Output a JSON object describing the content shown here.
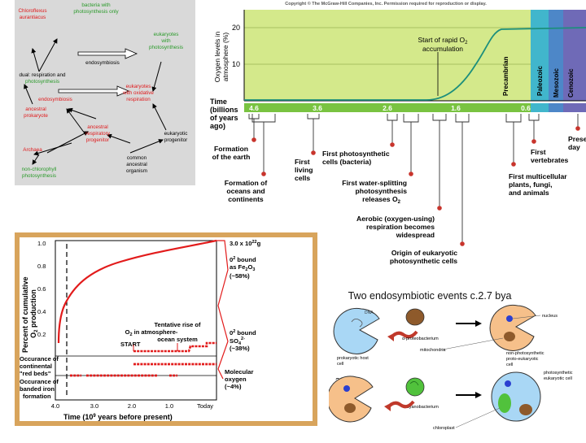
{
  "evolution": {
    "nodes": {
      "chloroflexus": [
        "Chloroflexus",
        "aurantiacus"
      ],
      "bacteria_photo": [
        "bacteria with",
        "photosynthesis only"
      ],
      "eukaryotes_photo": [
        "eukaryotes",
        "with",
        "photosynthesis"
      ],
      "endosymbiosis_1": "endosymbiosis",
      "dual": [
        "dual: respiration and",
        "photosynthesis"
      ],
      "endosymbiosis_2": "endosymbiosis",
      "eukaryotes_resp": [
        "eukaryotes",
        "with oxidative",
        "respiration"
      ],
      "ancestral_prokaryote": [
        "ancestral",
        "prokaryote"
      ],
      "ancestral_resp": [
        "ancestral",
        "respiratory",
        "progenitor"
      ],
      "eukaryotic_prog": [
        "eukaryotic",
        "progenitor"
      ],
      "archaea": "Archaea",
      "non_chloro": [
        "non-chlorophyll",
        "photosynthesis"
      ],
      "common_ancestral": [
        "common",
        "ancestral",
        "organism"
      ]
    }
  },
  "timeline": {
    "copyright": "Copyright © The McGraw-Hill Companies, Inc. Permission required for reproduction or display.",
    "ylabel": [
      "Oxygen levels in",
      "atmosphere (%)"
    ],
    "yticks": [
      "20",
      "10"
    ],
    "time_label": [
      "Time",
      "(billions",
      "of years",
      "ago)"
    ],
    "time_ticks": [
      "4.6",
      "3.6",
      "2.6",
      "1.6",
      "0.6"
    ],
    "annotation": [
      "Start of rapid O",
      "2",
      "accumulation"
    ],
    "eras": [
      "Precambrian",
      "Paleozoic",
      "Mesozoic",
      "Cenozoic"
    ],
    "events": {
      "earth": [
        "Formation",
        "of the earth"
      ],
      "oceans": [
        "Formation of",
        "oceans and",
        "continents"
      ],
      "living": [
        "First",
        "living",
        "cells"
      ],
      "photosynthetic": [
        "First photosynthetic",
        "cells (bacteria)"
      ],
      "water_splitting": [
        "First water-splitting",
        "photosynthesis",
        "releases O",
        "2"
      ],
      "aerobic": [
        "Aerobic (oxygen-using)",
        "respiration becomes",
        "widespread"
      ],
      "eukaryotic": [
        "Origin of eukaryotic",
        "photosynthetic cells"
      ],
      "multicellular": [
        "First multicellular",
        "plants, fungi,",
        "and animals"
      ],
      "vertebrates": [
        "First",
        "vertebrates"
      ],
      "present": [
        "Present",
        "day"
      ]
    },
    "colors": {
      "plot_bg": "#d4e98b",
      "bar": "#79c341",
      "curve": "#1c8f7c",
      "paleozoic": "#41b6cc",
      "mesozoic": "#4d87c8",
      "cenozoic": "#6f6ab7"
    }
  },
  "oxygen_production": {
    "ylabel": [
      "Percent of cumulative",
      "O",
      "2",
      " production"
    ],
    "yticks": [
      "1.0",
      "0.8",
      "0.6",
      "0.4",
      "0.2"
    ],
    "xticks": [
      "4.0",
      "3.0",
      "2.0",
      "1.0",
      "Today"
    ],
    "xlabel": [
      "Time (10",
      "9",
      " years before present)"
    ],
    "top_right": [
      "3.0 x 10",
      "22",
      "g"
    ],
    "bound_fe": [
      "0",
      "2",
      " bound",
      "as Fe",
      "2",
      "O",
      "3",
      "(~58%)"
    ],
    "bound_so": [
      "0",
      "2",
      " bound",
      "SO",
      "4",
      "2-",
      "(~38%)"
    ],
    "molecular": [
      "Molecular",
      "oxygen",
      "(~4%)"
    ],
    "tentative": [
      "Tentative rise of",
      "O",
      "2",
      " in atmosphere-",
      "ocean system"
    ],
    "start": "START",
    "red_beds": [
      "Occurance of",
      "continental",
      "\"red beds\""
    ],
    "banded": [
      "Occurance of",
      "banded iron",
      "formation"
    ],
    "colors": {
      "frame": "#d8a45c",
      "line": "#e21b1b"
    }
  },
  "endosymbiosis": {
    "title": "Two endosymbiotic events c.2.7 bya",
    "row1": {
      "number": "1",
      "dna": "DNA",
      "host": [
        "prokaryotic host",
        "cell"
      ],
      "alpha": "α-proteobacterium",
      "nucleus": "nucleus",
      "mito": "mitochondria",
      "result": [
        "non-photosynthetic",
        "proto-eukaryotic",
        "cell"
      ]
    },
    "row2": {
      "number": "2",
      "cyano": "cyanobacterium",
      "chloro": "chloroplast",
      "result": [
        "photosynthetic",
        "eukaryotic cell"
      ]
    }
  }
}
